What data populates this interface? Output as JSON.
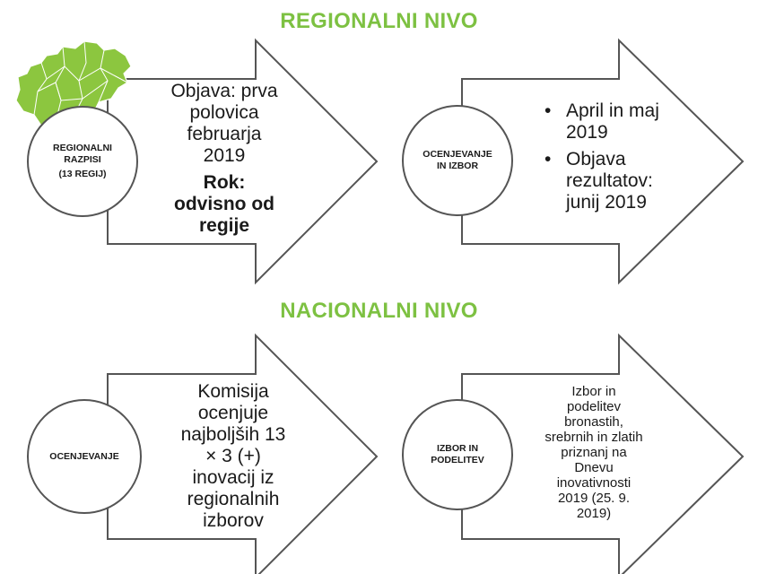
{
  "headings": {
    "regional": "REGIONALNI NIVO",
    "national": "NACIONALNI NIVO"
  },
  "regional": {
    "step1": {
      "circle_lines": [
        "REGIONALNI",
        "RAZPISI",
        "(13 REGIJ)"
      ],
      "text_lines": [
        "Objava: prva",
        "polovica",
        "februarja",
        "2019"
      ],
      "bold_lines": [
        "Rok:",
        "odvisno od",
        "regije"
      ]
    },
    "step2": {
      "circle_lines": [
        "OCENJEVANJE",
        "IN IZBOR"
      ],
      "bullets": [
        "April in maj 2019",
        "Objava rezultatov: junij 2019"
      ]
    }
  },
  "national": {
    "step1": {
      "circle_lines": [
        "OCENJEVANJE"
      ],
      "text_lines": [
        "Komisija",
        "ocenjuje",
        "najboljših 13",
        "× 3 (+)",
        "inovacij iz",
        "regionalnih",
        "izborov"
      ]
    },
    "step2": {
      "circle_lines": [
        "IZBOR IN",
        "PODELITEV"
      ],
      "text_lines": [
        "Izbor in",
        "podelitev",
        "bronastih,",
        "srebrnih in zlatih",
        "priznanj na",
        "Dnevu",
        "inovativnosti",
        "2019 (25. 9.",
        "2019)"
      ]
    }
  },
  "colors": {
    "heading": "#7dc142",
    "map_fill": "#8cc63f",
    "outline": "#555555"
  },
  "icons": [
    "slovenia-map-icon"
  ]
}
